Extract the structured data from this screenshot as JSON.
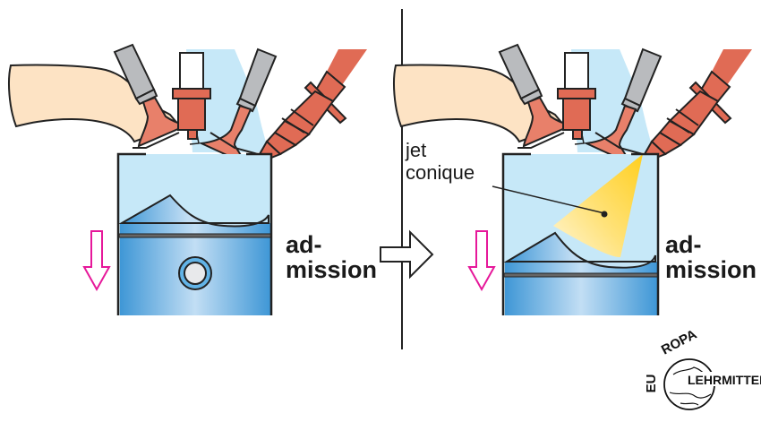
{
  "figure": {
    "left_panel": {
      "stroke_label_line1": "ad-",
      "stroke_label_line2": "mission"
    },
    "right_panel": {
      "stroke_label_line1": "ad-",
      "stroke_label_line2": "mission",
      "annotation_line1": "jet",
      "annotation_line2": "conique"
    },
    "logo": {
      "top_text": "EUROPA",
      "right_text": "LEHRMITTEL"
    }
  },
  "colors": {
    "chamber": "#c6e8f8",
    "intake_port": "#fde3c4",
    "valve": "#e8806a",
    "injector": "#e06b55",
    "valve_spring": "#b9bbbe",
    "piston_dark": "#3f97d6",
    "piston_light": "#c2def4",
    "arrow_magenta": "#e6189a",
    "cone_yellow": "#ffd43a",
    "outline": "#222222"
  }
}
